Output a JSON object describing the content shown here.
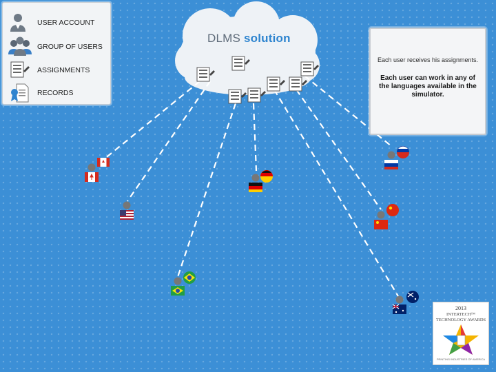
{
  "legend": {
    "items": [
      {
        "label": "USER ACCOUNT",
        "icon": "user-icon"
      },
      {
        "label": "GROUP OF USERS",
        "icon": "user-group-icon"
      },
      {
        "label": "ASSIGNMENTS",
        "icon": "assignment-icon"
      },
      {
        "label": "RECORDS",
        "icon": "record-icon"
      }
    ]
  },
  "cloud": {
    "brand_plain": "DLMS",
    "brand_bold": "solution"
  },
  "info_box": {
    "line1": "Each user receives his assignments.",
    "line2": "Each user can work in any of the languages available in the simulator."
  },
  "users": [
    {
      "flag": "canada-flag"
    },
    {
      "flag": "usa-flag"
    },
    {
      "flag": "brazil-flag"
    },
    {
      "flag": "germany-flag"
    },
    {
      "flag": "russia-flag"
    },
    {
      "flag": "china-flag"
    },
    {
      "flag": "australia-flag"
    }
  ],
  "award": {
    "year": "2013",
    "text": "INTERTECH™ TECHNOLOGY AWARDS",
    "footer": "PRINTING INDUSTRIES OF AMERICA"
  },
  "colors": {
    "background": "#3c8fd6",
    "cloud": "#eef2f6",
    "brand_accent": "#2d84cf",
    "connector": "#ffffff"
  }
}
